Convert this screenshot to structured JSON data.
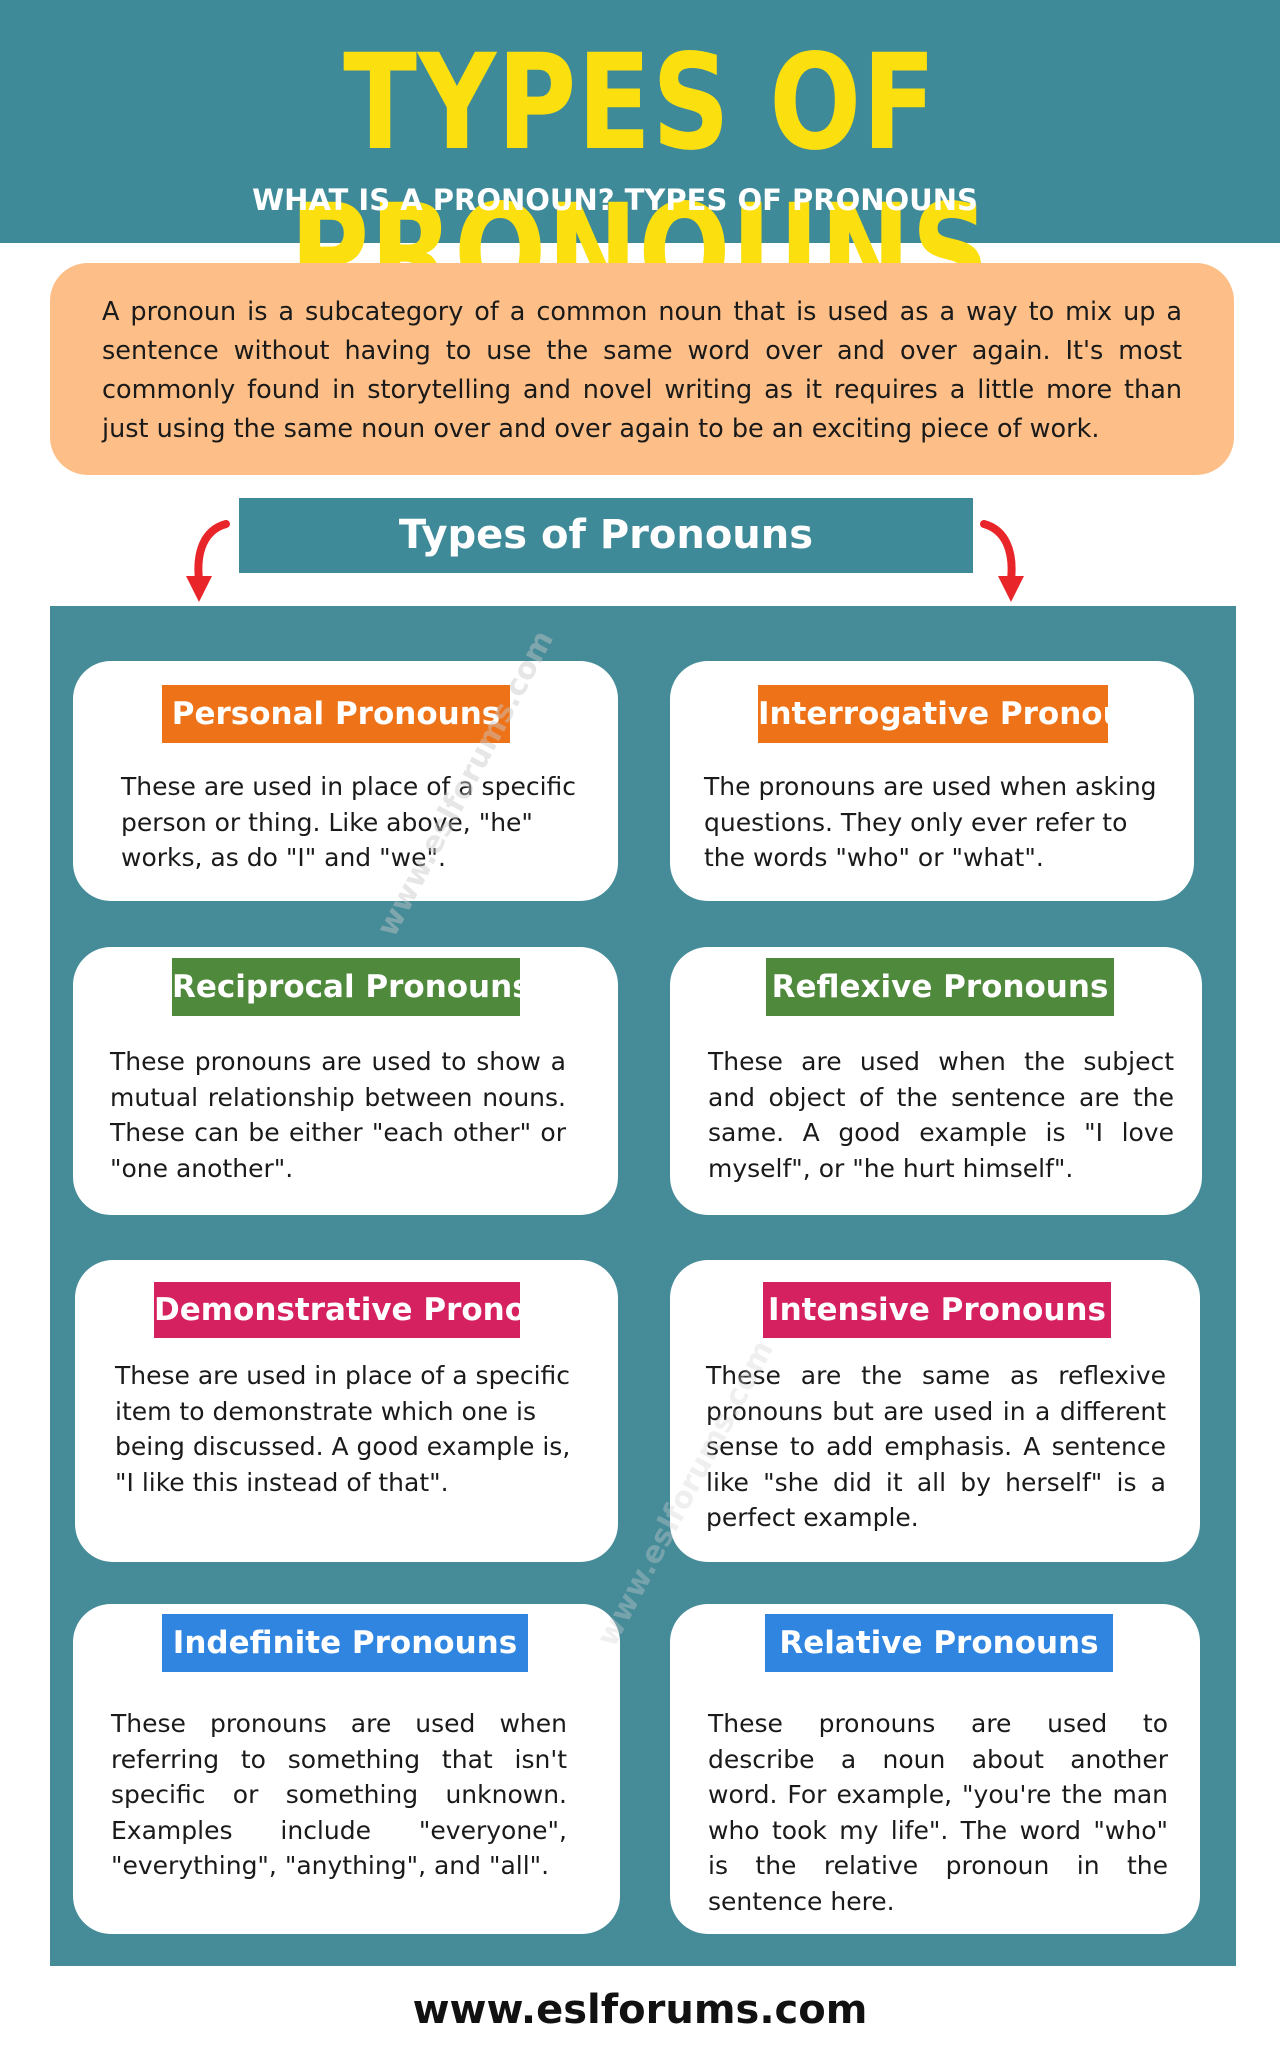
{
  "header": {
    "title": "TYPES OF PRONOUNS",
    "subtitle": "WHAT IS A PRONOUN? TYPES OF PRONOUNS"
  },
  "intro": {
    "text": "A pronoun is a subcategory of a common noun that is used as a way to mix up a sentence without having to use the same word over and over again. It's most commonly found in storytelling and novel writing as it requires a little more than just using the same noun over and over again to be an exciting piece of work."
  },
  "section": {
    "title": "Types of Pronouns"
  },
  "cards": [
    {
      "title": "Personal Pronouns",
      "color": "#ee7318",
      "text": "These are used in place of a specific person or thing. Like above, \"he\" works, as do \"I\" and \"we\"."
    },
    {
      "title": "Interrogative Pronouns",
      "color": "#ee7318",
      "text": "The pronouns are used when asking questions. They only ever refer to the words \"who\" or \"what\"."
    },
    {
      "title": "Reciprocal Pronouns",
      "color": "#4f8a3c",
      "text": "These pronouns are used to show a mutual relationship between nouns. These can be either \"each other\" or \"one another\"."
    },
    {
      "title": "Reflexive Pronouns",
      "color": "#4f8a3c",
      "text": "These are used when the subject and object of the sentence are the same. A good example is \"I love myself\", or \"he hurt himself\"."
    },
    {
      "title": "Demonstrative Pronouns",
      "color": "#d52160",
      "text": "These are used in place of a specific item to demonstrate which one is being discussed. A good example is, \"I like this instead of that\"."
    },
    {
      "title": "Intensive Pronouns",
      "color": "#d52160",
      "text": "These are the same as reflexive pronouns but are used in a different sense to add emphasis. A sentence like \"she did it all by herself\" is a perfect example."
    },
    {
      "title": "Indefinite Pronouns",
      "color": "#2f85e0",
      "text": "These pronouns are used when referring to something that isn't specific or something unknown. Examples include \"everyone\", \"everything\", \"anything\", and \"all\"."
    },
    {
      "title": "Relative Pronouns",
      "color": "#2f85e0",
      "text": "These pronouns are used to describe a noun about another word. For example, \"you're the man who took my life\". The word \"who\" is the relative pronoun in the sentence here."
    }
  ],
  "watermark": "www.eslforums.com",
  "footer": {
    "url": "www.eslforums.com"
  }
}
